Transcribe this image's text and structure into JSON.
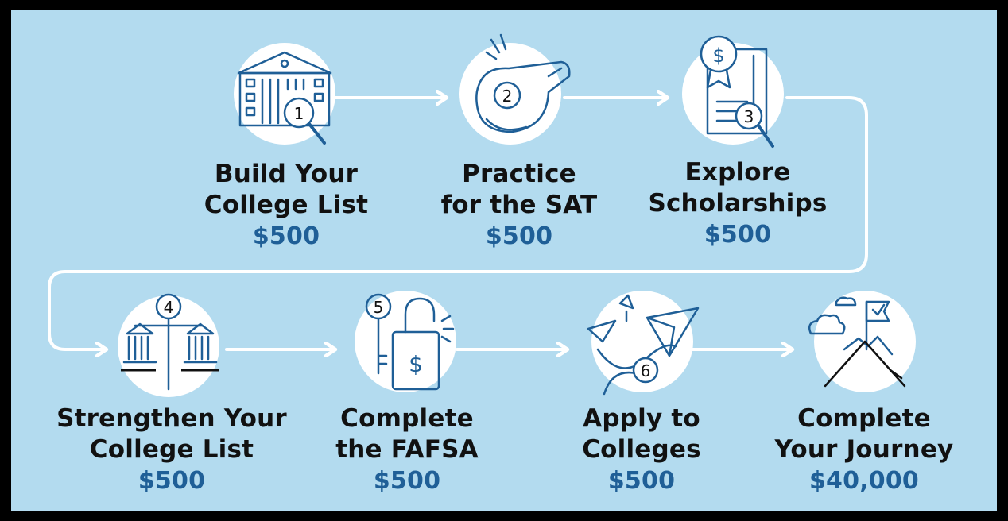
{
  "steps": [
    {
      "number": "1",
      "title": "Build Your\nCollege List",
      "amount": "$500",
      "icon": "building-magnifier-icon"
    },
    {
      "number": "2",
      "title": "Practice\nfor the SAT",
      "amount": "$500",
      "icon": "whistle-icon"
    },
    {
      "number": "3",
      "title": "Explore\nScholarships",
      "amount": "$500",
      "icon": "certificate-magnifier-icon"
    },
    {
      "number": "4",
      "title": "Strengthen Your\nCollege List",
      "amount": "$500",
      "icon": "balance-scale-icon"
    },
    {
      "number": "5",
      "title": "Complete\nthe FAFSA",
      "amount": "$500",
      "icon": "key-padlock-icon"
    },
    {
      "number": "6",
      "title": "Apply to\nColleges",
      "amount": "$500",
      "icon": "paper-planes-icon"
    },
    {
      "number": "",
      "title": "Complete\nYour Journey",
      "amount": "$40,000",
      "icon": "mountain-flag-icon"
    }
  ],
  "colors": {
    "background": "#b3dbef",
    "icon_stroke": "#1f5f97",
    "amount": "#1f5f97",
    "arrow": "#ffffff"
  }
}
